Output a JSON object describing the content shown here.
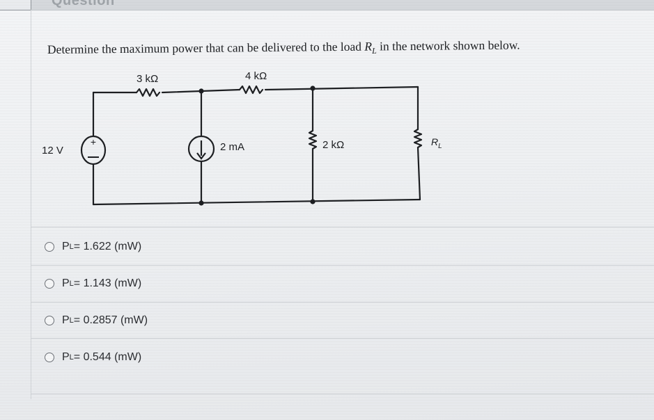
{
  "header": {
    "title": "Question"
  },
  "question": {
    "text_before": "Determine the maximum power that can be delivered to the load ",
    "load_symbol": "R",
    "load_subscript": "L",
    "text_after": " in the network shown below."
  },
  "circuit": {
    "source_voltage": "12 V",
    "source_sign": "+",
    "r1_label": "3 kΩ",
    "r2_label": "4 kΩ",
    "current_source": "2 mA",
    "r3_label": "2 kΩ",
    "load_symbol": "R",
    "load_subscript": "L"
  },
  "options": [
    {
      "prefix": "P",
      "sub": "L",
      "text": " = 1.622 (mW)",
      "selected": false
    },
    {
      "prefix": "P",
      "sub": "L",
      "text": " = 1.143 (mW)",
      "selected": false
    },
    {
      "prefix": "P",
      "sub": "L",
      "text": " = 0.2857 (mW)",
      "selected": false
    },
    {
      "prefix": "P",
      "sub": "L",
      "text": " = 0.544 (mW)",
      "selected": false
    }
  ],
  "icons": {
    "radio": "radio-button-icon",
    "resistor": "resistor-icon",
    "voltage_source": "voltage-source-icon",
    "current_source": "current-source-icon"
  },
  "colors": {
    "ink": "#1d1f22",
    "background": "#eef0f2"
  }
}
